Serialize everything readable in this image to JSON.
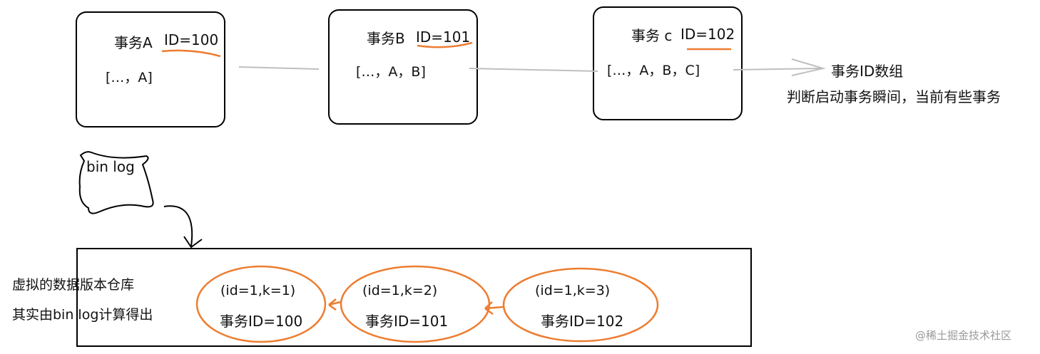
{
  "transactions": [
    {
      "title": "事务A",
      "id_label": "ID=100",
      "array": "[…，A]"
    },
    {
      "title": "事务B",
      "id_label": "ID=101",
      "array": "[…，A，B]"
    },
    {
      "title": "事务 c",
      "id_label": "ID=102",
      "array": "[…，A，B，C]"
    }
  ],
  "array_note": {
    "title": "事务ID数组",
    "desc": "判断启动事务瞬间，当前有些事务"
  },
  "binlog_label": "bin log",
  "repo": {
    "line1": "虚拟的数据版本仓库",
    "line2": "其实由bin log计算得出",
    "versions": [
      {
        "row": "(id=1,k=1)",
        "txid": "事务ID=100"
      },
      {
        "row": "(id=1,k=2)",
        "txid": "事务ID=101"
      },
      {
        "row": "(id=1,k=3)",
        "txid": "事务ID=102"
      }
    ]
  },
  "watermark": "@稀土掘金技术社区",
  "colors": {
    "accent": "#ed7d31",
    "connector": "#bfbfbf",
    "stroke": "#000000"
  }
}
